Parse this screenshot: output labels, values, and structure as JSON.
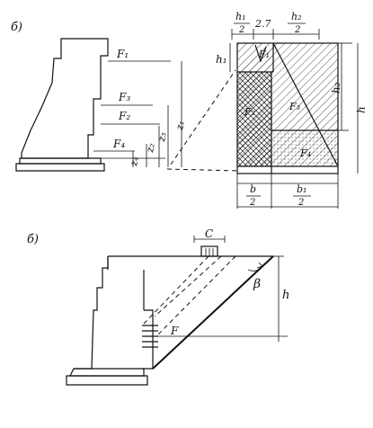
{
  "panels": {
    "top_label": "б)",
    "bottom_label": "б)"
  },
  "top_left": {
    "f1": "F₁",
    "f3": "F₃",
    "f2": "F₂",
    "f4": "F₄",
    "z1": "z₁",
    "z2": "z₂",
    "z3": "z₃",
    "z4": "z₄"
  },
  "top_right": {
    "h1_over_2_num": "h₁",
    "h1_over_2_den": "2",
    "gap": "2.7",
    "h2_over_2_num": "h₂",
    "h2_over_2_den": "2",
    "h1": "h₁",
    "h2": "h₂",
    "h": "h",
    "f1": "F₁",
    "f2": "F₂",
    "f3": "F₃",
    "f4": "F₄",
    "b_num": "b",
    "b_den": "2",
    "b1_num": "b₁",
    "b1_den": "2"
  },
  "bottom": {
    "c": "C",
    "beta": "β",
    "h": "h",
    "f": "F"
  }
}
